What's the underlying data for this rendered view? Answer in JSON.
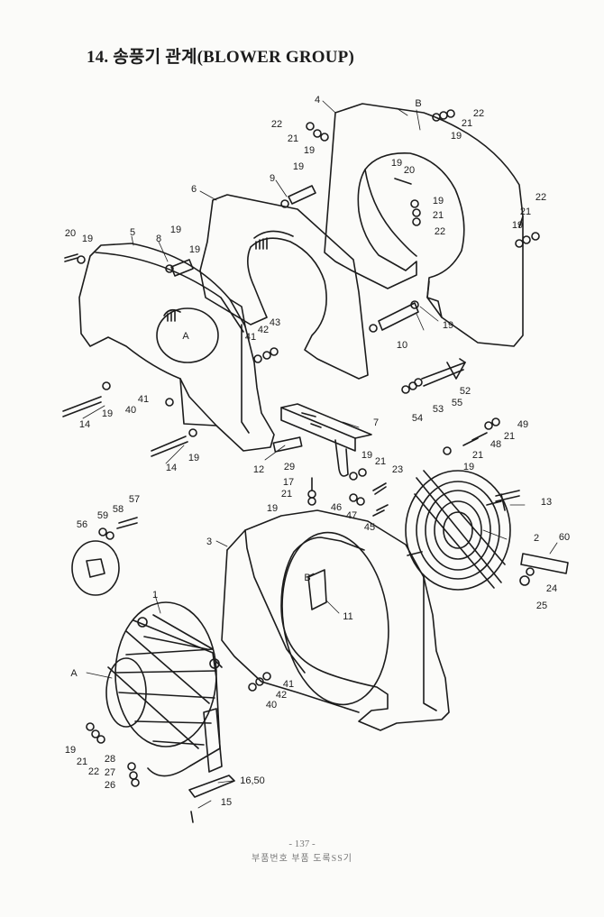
{
  "page": {
    "title": "14. 송풍기 관계(BLOWER GROUP)",
    "page_number": "- 137 -",
    "footer_text": "부품번호 부품 도록SS기"
  },
  "callouts": [
    "1",
    "2",
    "3",
    "4",
    "5",
    "6",
    "7",
    "8",
    "9",
    "10",
    "11",
    "12",
    "13",
    "14",
    "15",
    "16,50",
    "17",
    "19",
    "20",
    "21",
    "22",
    "23",
    "24",
    "25",
    "26",
    "27",
    "28",
    "29",
    "40",
    "41",
    "42",
    "43",
    "45",
    "46",
    "47",
    "48",
    "49",
    "52",
    "53",
    "54",
    "55",
    "56",
    "57",
    "58",
    "59",
    "60",
    "A",
    "B"
  ]
}
